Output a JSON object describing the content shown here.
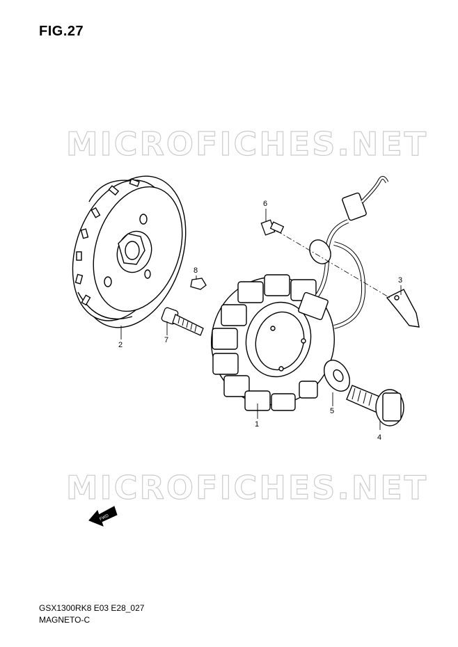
{
  "figure": {
    "title": "FIG.27",
    "watermark": "MICROFICHES.NET",
    "code": "GSX1300RK8 E03 E28_027",
    "name": "MAGNETO-C",
    "fwd_label": "FWD"
  },
  "callouts": [
    {
      "id": "1",
      "part": "stator"
    },
    {
      "id": "2",
      "part": "rotor"
    },
    {
      "id": "3",
      "part": "clamp"
    },
    {
      "id": "4",
      "part": "bolt"
    },
    {
      "id": "5",
      "part": "washer"
    },
    {
      "id": "6",
      "part": "screw"
    },
    {
      "id": "7",
      "part": "bolt"
    },
    {
      "id": "8",
      "part": "key"
    }
  ]
}
